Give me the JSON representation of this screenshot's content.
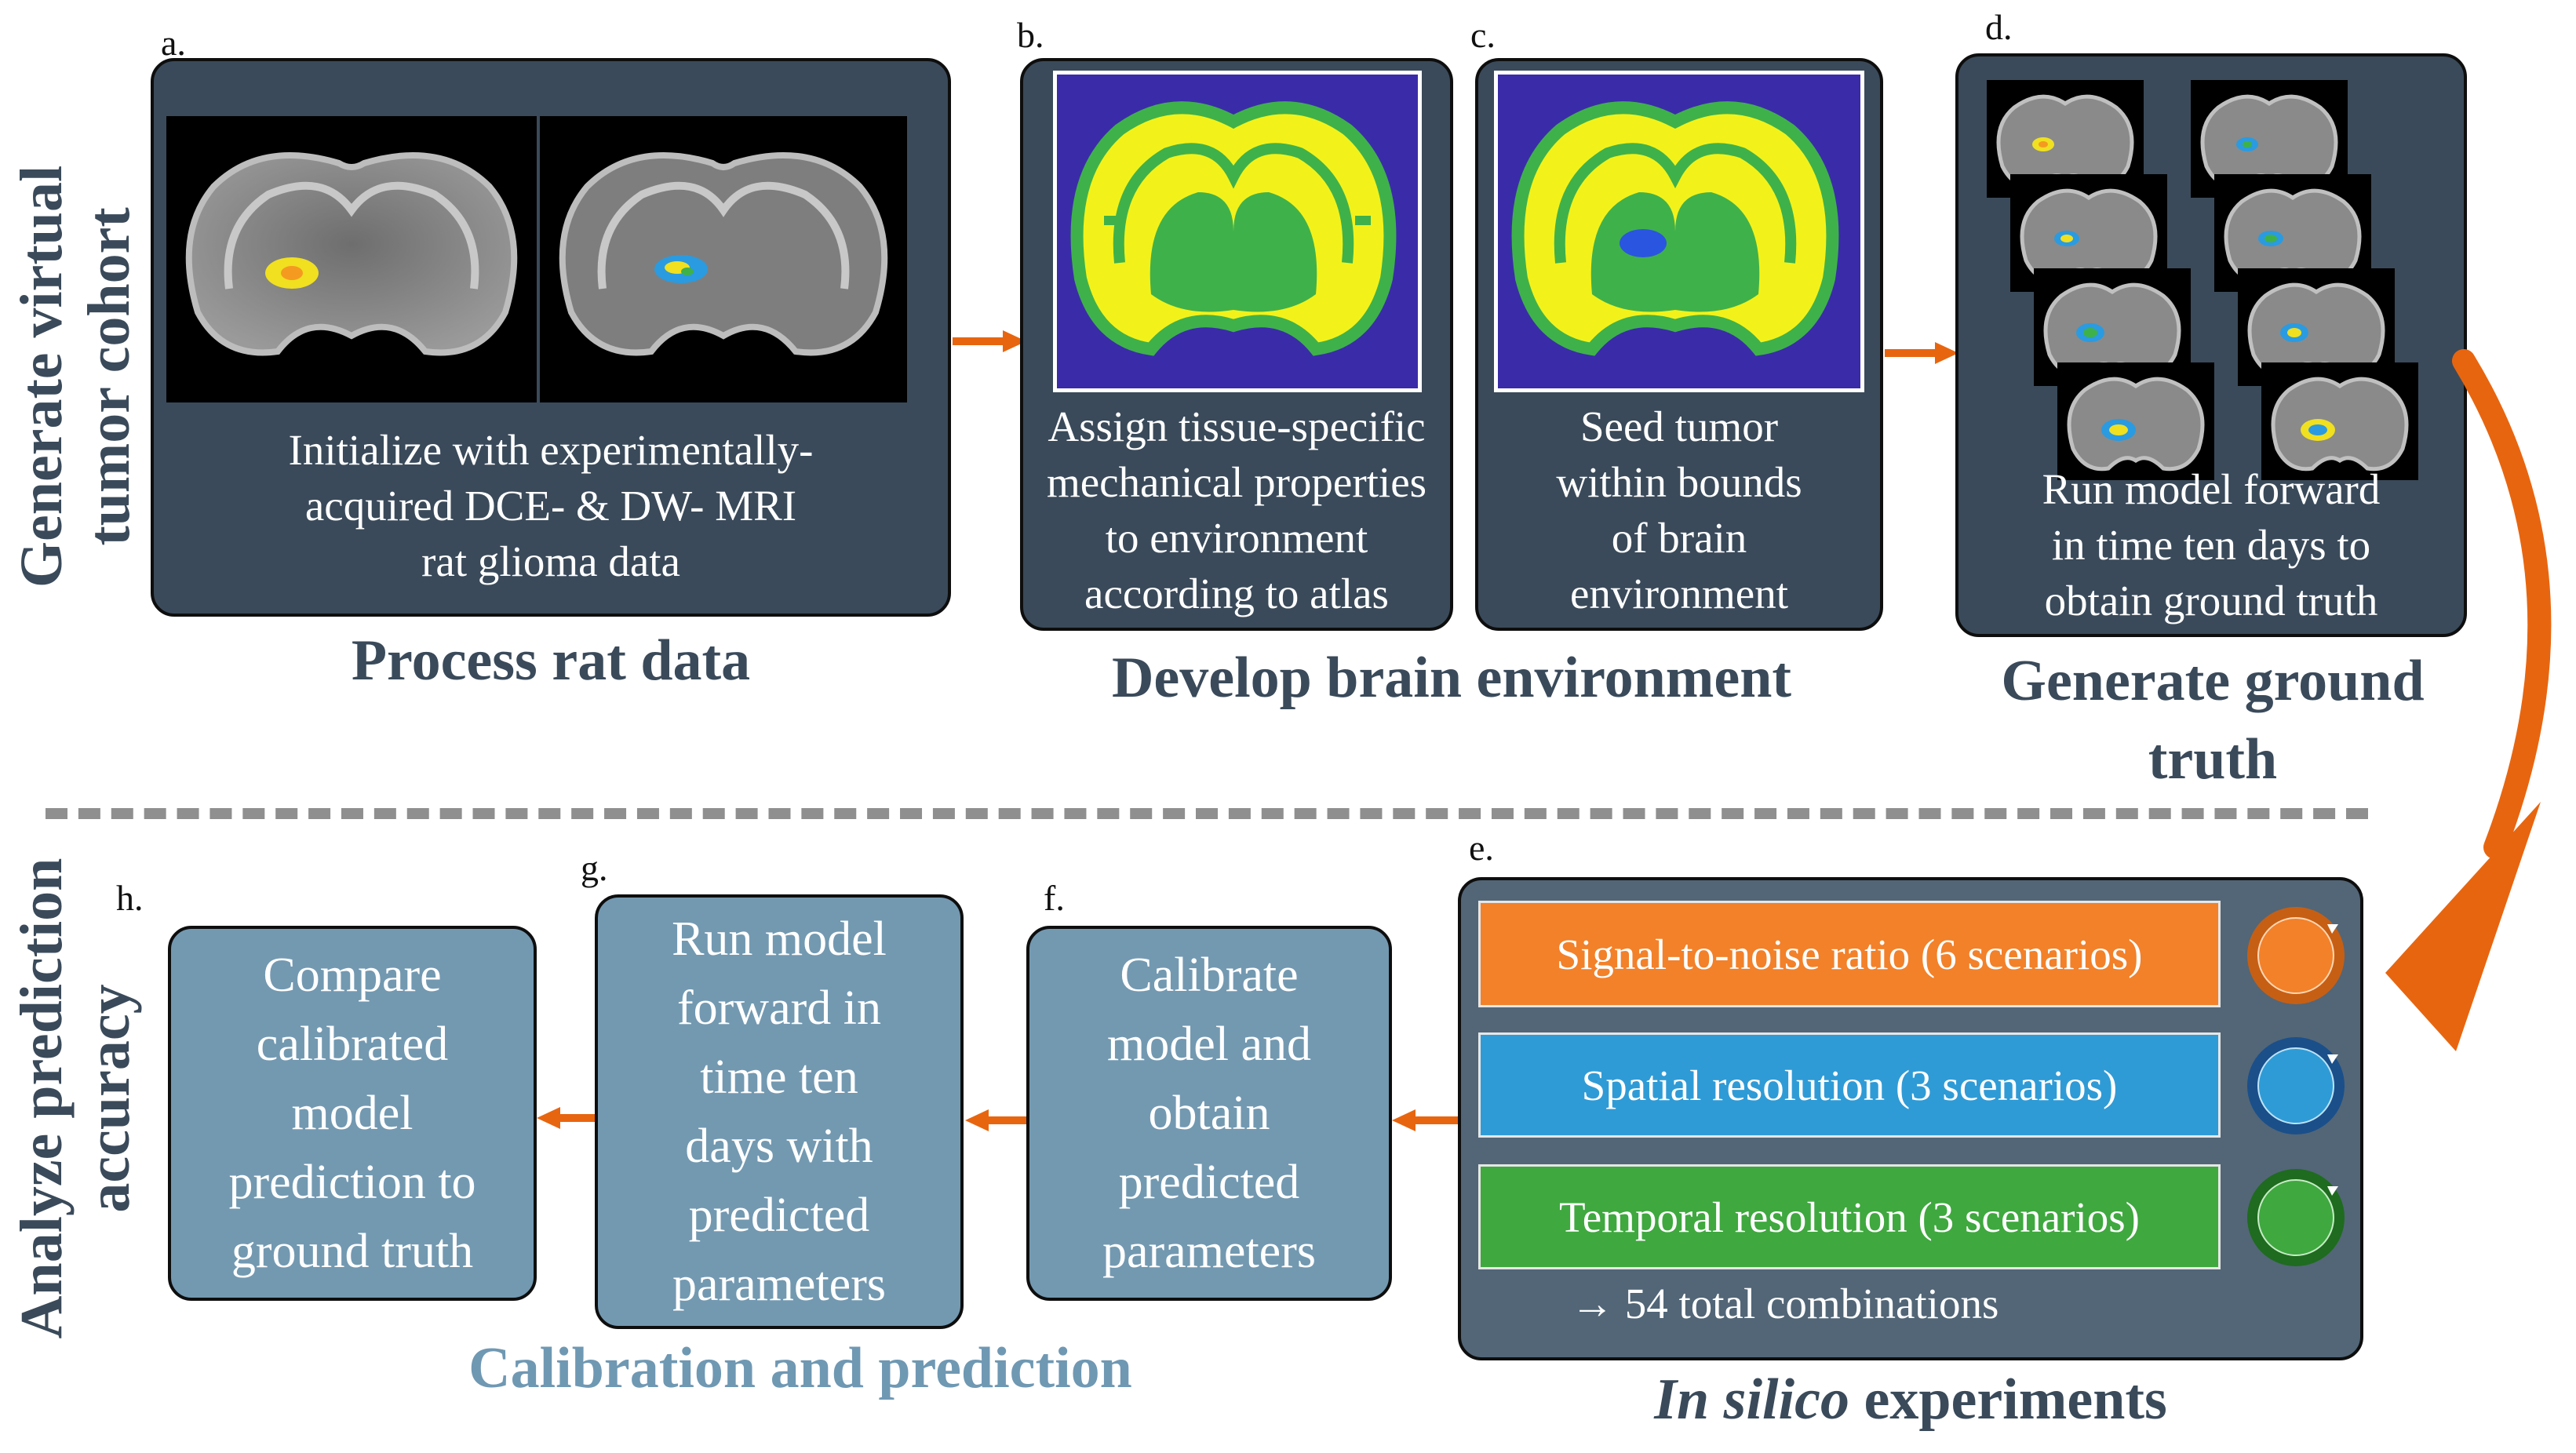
{
  "side_labels": {
    "top": [
      "Generate virtual",
      "tumor cohort"
    ],
    "bottom": [
      "Analyze prediction",
      "accuracy"
    ]
  },
  "panels": {
    "a": {
      "letter": "a.",
      "caption": [
        "Initialize with experimentally-",
        "acquired DCE- & DW- MRI",
        "rat glioma data"
      ]
    },
    "b": {
      "letter": "b.",
      "caption": [
        "Assign tissue-specific",
        "mechanical properties",
        "to environment",
        "according to atlas"
      ]
    },
    "c": {
      "letter": "c.",
      "caption": [
        "Seed tumor",
        "within bounds",
        "of brain",
        "environment"
      ]
    },
    "d": {
      "letter": "d.",
      "caption": [
        "Run model forward",
        "in time ten days to",
        "obtain ground truth"
      ]
    },
    "e": {
      "letter": "e.",
      "bars": [
        {
          "label": "Signal-to-noise ratio (6 scenarios)",
          "color": "#f2812a"
        },
        {
          "label": "Spatial resolution (3 scenarios)",
          "color": "#2f9bd6"
        },
        {
          "label": "Temporal resolution (3 scenarios)",
          "color": "#3fa83f"
        }
      ],
      "total": "→ 54 total combinations"
    },
    "f": {
      "letter": "f.",
      "text": [
        "Calibrate",
        "model and",
        "obtain",
        "predicted",
        "parameters"
      ]
    },
    "g": {
      "letter": "g.",
      "text": [
        "Run model",
        "forward in",
        "time ten",
        "days with",
        "predicted",
        "parameters"
      ]
    },
    "h": {
      "letter": "h.",
      "text": [
        "Compare",
        "calibrated",
        "model",
        "prediction to",
        "ground truth"
      ]
    }
  },
  "headings": {
    "process": "Process rat data",
    "develop": "Develop brain environment",
    "ground": [
      "Generate ground",
      "truth"
    ],
    "calib": "Calibration and prediction",
    "insilico_italic": "In silico",
    "insilico_rest": " experiments"
  },
  "colors": {
    "panel_bg": "#3a4a5a",
    "blue_box": "#7399b1",
    "arrow": "#e8650f",
    "atlas_bg": "#3a2ca8",
    "atlas_yellow": "#f2f21a",
    "atlas_green": "#3fb14a",
    "tumor_blue": "#2a55e0",
    "heading_dark": "#3a4a5a",
    "heading_light": "#6f98b3"
  },
  "icons": [
    "orange-circle-icon",
    "blue-circle-icon",
    "green-circle-icon"
  ]
}
